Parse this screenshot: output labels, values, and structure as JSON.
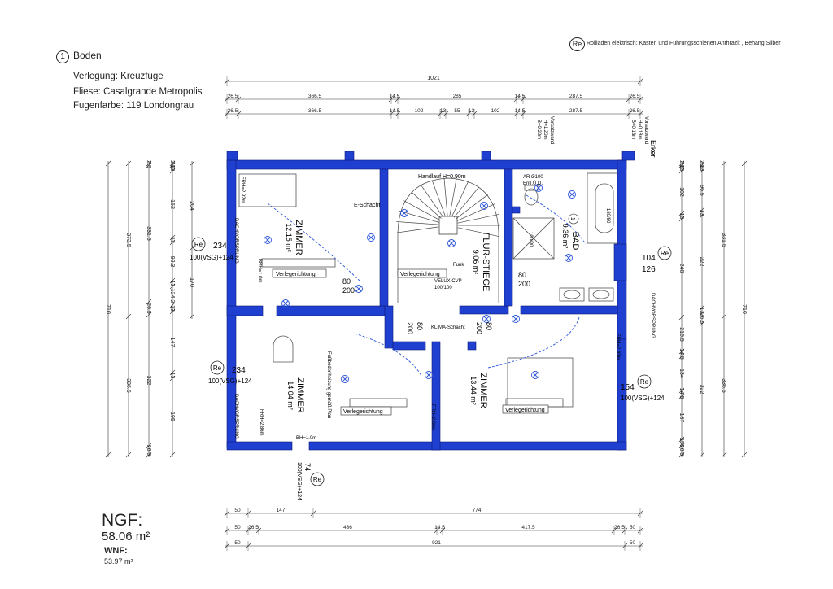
{
  "sheet": {
    "number": "1",
    "title": "Boden",
    "notes": [
      "Verlegung: Kreuzfuge",
      "Fliese: Casalgrande Metropolis",
      "Fugenfarbe: 119 Londongrau"
    ],
    "legend_symbol": "Re",
    "legend_text": "Rollläden elektrisch: Kästen und Führungsschienen Anthrazit , Behang Silber"
  },
  "area": {
    "ngf_label": "NGF:",
    "ngf_value": "58.06 m²",
    "wnf_label": "WNF:",
    "wnf_value": "53.97 m²"
  },
  "colors": {
    "wall": "#1f3fd0",
    "wall_outline": "#101a7a",
    "dim_line": "#333333",
    "symbol": "#2b55d8",
    "text": "#222222"
  },
  "rooms": [
    {
      "name": "ZIMMER",
      "area": "12.15 m²"
    },
    {
      "name": "FLUR-STIEGE",
      "area": "9.06 m²"
    },
    {
      "name": "BAD",
      "number": "1",
      "area": "9.36 m²"
    },
    {
      "name": "ZIMMER",
      "area": "14.04 m²"
    },
    {
      "name": "ZIMMER",
      "area": "13.44 m²"
    }
  ],
  "dims": {
    "top_total": "1021",
    "top_row2": [
      "26.5",
      "366.5",
      "14.5",
      "285",
      "14.5",
      "287.5",
      "26.5"
    ],
    "top_row3": [
      "26.5",
      "366.5",
      "14.5",
      "102",
      "13",
      "55",
      "13",
      "102",
      "14.5",
      "287.5",
      "26.5"
    ],
    "bottom_row1": [
      "50",
      "147",
      "774"
    ],
    "bottom_row2": [
      "50",
      "26.5",
      "436",
      "14.5",
      "417.5",
      "26.5",
      "50"
    ],
    "bottom_row3": [
      "50",
      "921",
      "50"
    ],
    "left_total": "710",
    "left_a": [
      "373.5",
      "336.5"
    ],
    "left_b": [
      "2.5",
      "331.5",
      "26.5",
      "322",
      "26.5"
    ],
    "left_c": [
      "2.5",
      "13",
      "162",
      "13",
      "92.3",
      "13",
      "124.2",
      "13",
      "147",
      "13",
      "195"
    ],
    "left_inner": [
      "204",
      "170"
    ],
    "right_total": "710",
    "right_a": [
      "331.5",
      "336.5"
    ],
    "right_b": [
      "2.5",
      "13",
      "96.5",
      "13",
      "222",
      "13",
      "26.5",
      "322",
      "26.5"
    ],
    "right_c": [
      "2.5",
      "13",
      "102",
      "13",
      "240",
      "216.5",
      "14.5",
      "134",
      "14.5",
      "187",
      "150",
      "26.5"
    ]
  },
  "openings": {
    "w_zimmer1": {
      "width": "234",
      "sub": "100(VSG)+124"
    },
    "w_zimmer3": {
      "width": "234",
      "sub": "100(VSG)+124"
    },
    "w_bad": {
      "width": "104",
      "sub": "126"
    },
    "w_zimmer_r": {
      "width": "154",
      "sub": "100(VSG)+124"
    },
    "w_bottom": {
      "width": "74",
      "sub": "100(VSG)+124"
    },
    "doors": [
      {
        "w": "80",
        "h": "200"
      },
      {
        "w": "80",
        "h": "200"
      },
      {
        "w": "80",
        "h": "200"
      },
      {
        "w": "80",
        "h": "200"
      }
    ]
  },
  "labels": {
    "verlegerichtung": "Verlegerichtung",
    "handlauf": "Handlauf H=0.90m",
    "e_schacht": "E-Schacht",
    "klima_schacht": "KLIMA-Schacht",
    "velux": "VELUX CVP",
    "velux_size": "100/100",
    "funk": "Funk",
    "erker": "Erker",
    "dach1": "DACHVORSPRUNG",
    "dach2": "DACHVORSPRUNG",
    "dach3": "DACHVORSPRUNG",
    "fussboden": "Fußbodenheizung gemäß Plan",
    "shower": "180/80",
    "tub": "100/90",
    "ar_code": "AR Ø100",
    "entl": "Entl.Ü.D.",
    "brh1": "BRH=1.0m",
    "brh2": "BH=1.0m",
    "frh1": "FRH=2.92m",
    "frh2": "FRH=2.66m",
    "frh3": "FRH=2.43m",
    "frh4": "FRH=2.86m",
    "vorsatz": "Vorsatzwand",
    "vorsatz_h1": "H=1.20m",
    "vorsatz_h2": "B=0.20m",
    "vorsatz2_h1": "H=0.18m",
    "vorsatz2_h2": "B=0.13m"
  }
}
